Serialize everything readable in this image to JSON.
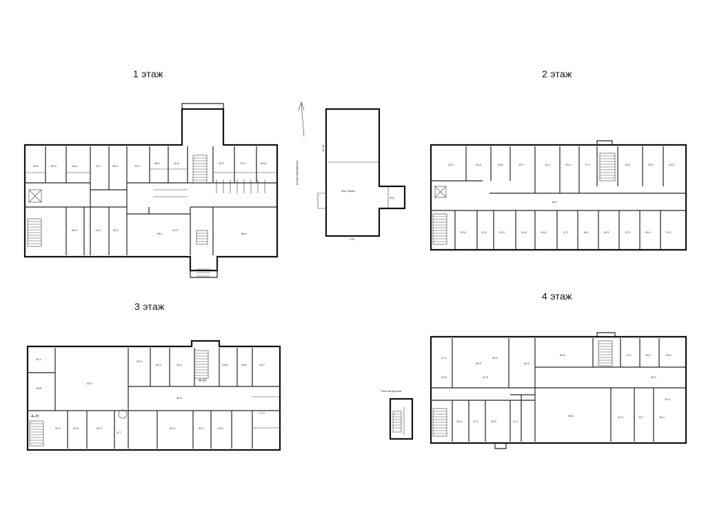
{
  "floors": {
    "f1": "1 этаж",
    "f2": "2 этаж",
    "f3": "3 этаж",
    "f4": "4 этаж"
  },
  "mezzanine": "План антресоли",
  "annex": {
    "hall_label": "Фок. перех.",
    "side_label": "Ф/А",
    "top_dim": "42.00",
    "bottom_dim": "7.00",
    "street": "улица Гвардейская"
  },
  "stair_marks": {
    "f3_a": "4–Н",
    "f3_b": "4–Н"
  },
  "room_areas": {
    "f1": [
      "34.5",
      "30.0",
      "14.9",
      "22.1",
      "33.0",
      "20.2",
      "35.0",
      "16.8",
      "12.3",
      "17.6",
      "26.8",
      "69.9",
      "14.5",
      "26.1",
      "21.0",
      "84.0",
      "86.5"
    ],
    "f2": [
      "42.0",
      "24.8",
      "33.6",
      "19.7",
      "14.4",
      "20.4",
      "17.9",
      "12.6",
      "15.3",
      "24.5",
      "25.6",
      "21.9",
      "21.3",
      "31.8",
      "19.8",
      "17.2",
      "18.1",
      "29.1",
      "17.5",
      "29.4",
      "31.2",
      "16.4"
    ],
    "f3": [
      "34.1",
      "18.8",
      "39.2",
      "20.5",
      "40.2",
      "24.5",
      "23.8",
      "16.8",
      "15.2",
      "24.8",
      "42.2",
      "24.3",
      "40.7",
      "8.7",
      "31.9",
      "20.1",
      "19.0",
      "17.3"
    ],
    "f4": [
      "37.1",
      "50.9",
      "26.9",
      "44.4",
      "50.5",
      "17.4",
      "93.6",
      "15.4",
      "29.6",
      "30.0",
      "35.8",
      "47.2",
      "29.3",
      "21.7",
      "21.9",
      "25.7",
      "16.4",
      "21.5",
      "24.3",
      "33.9"
    ]
  }
}
